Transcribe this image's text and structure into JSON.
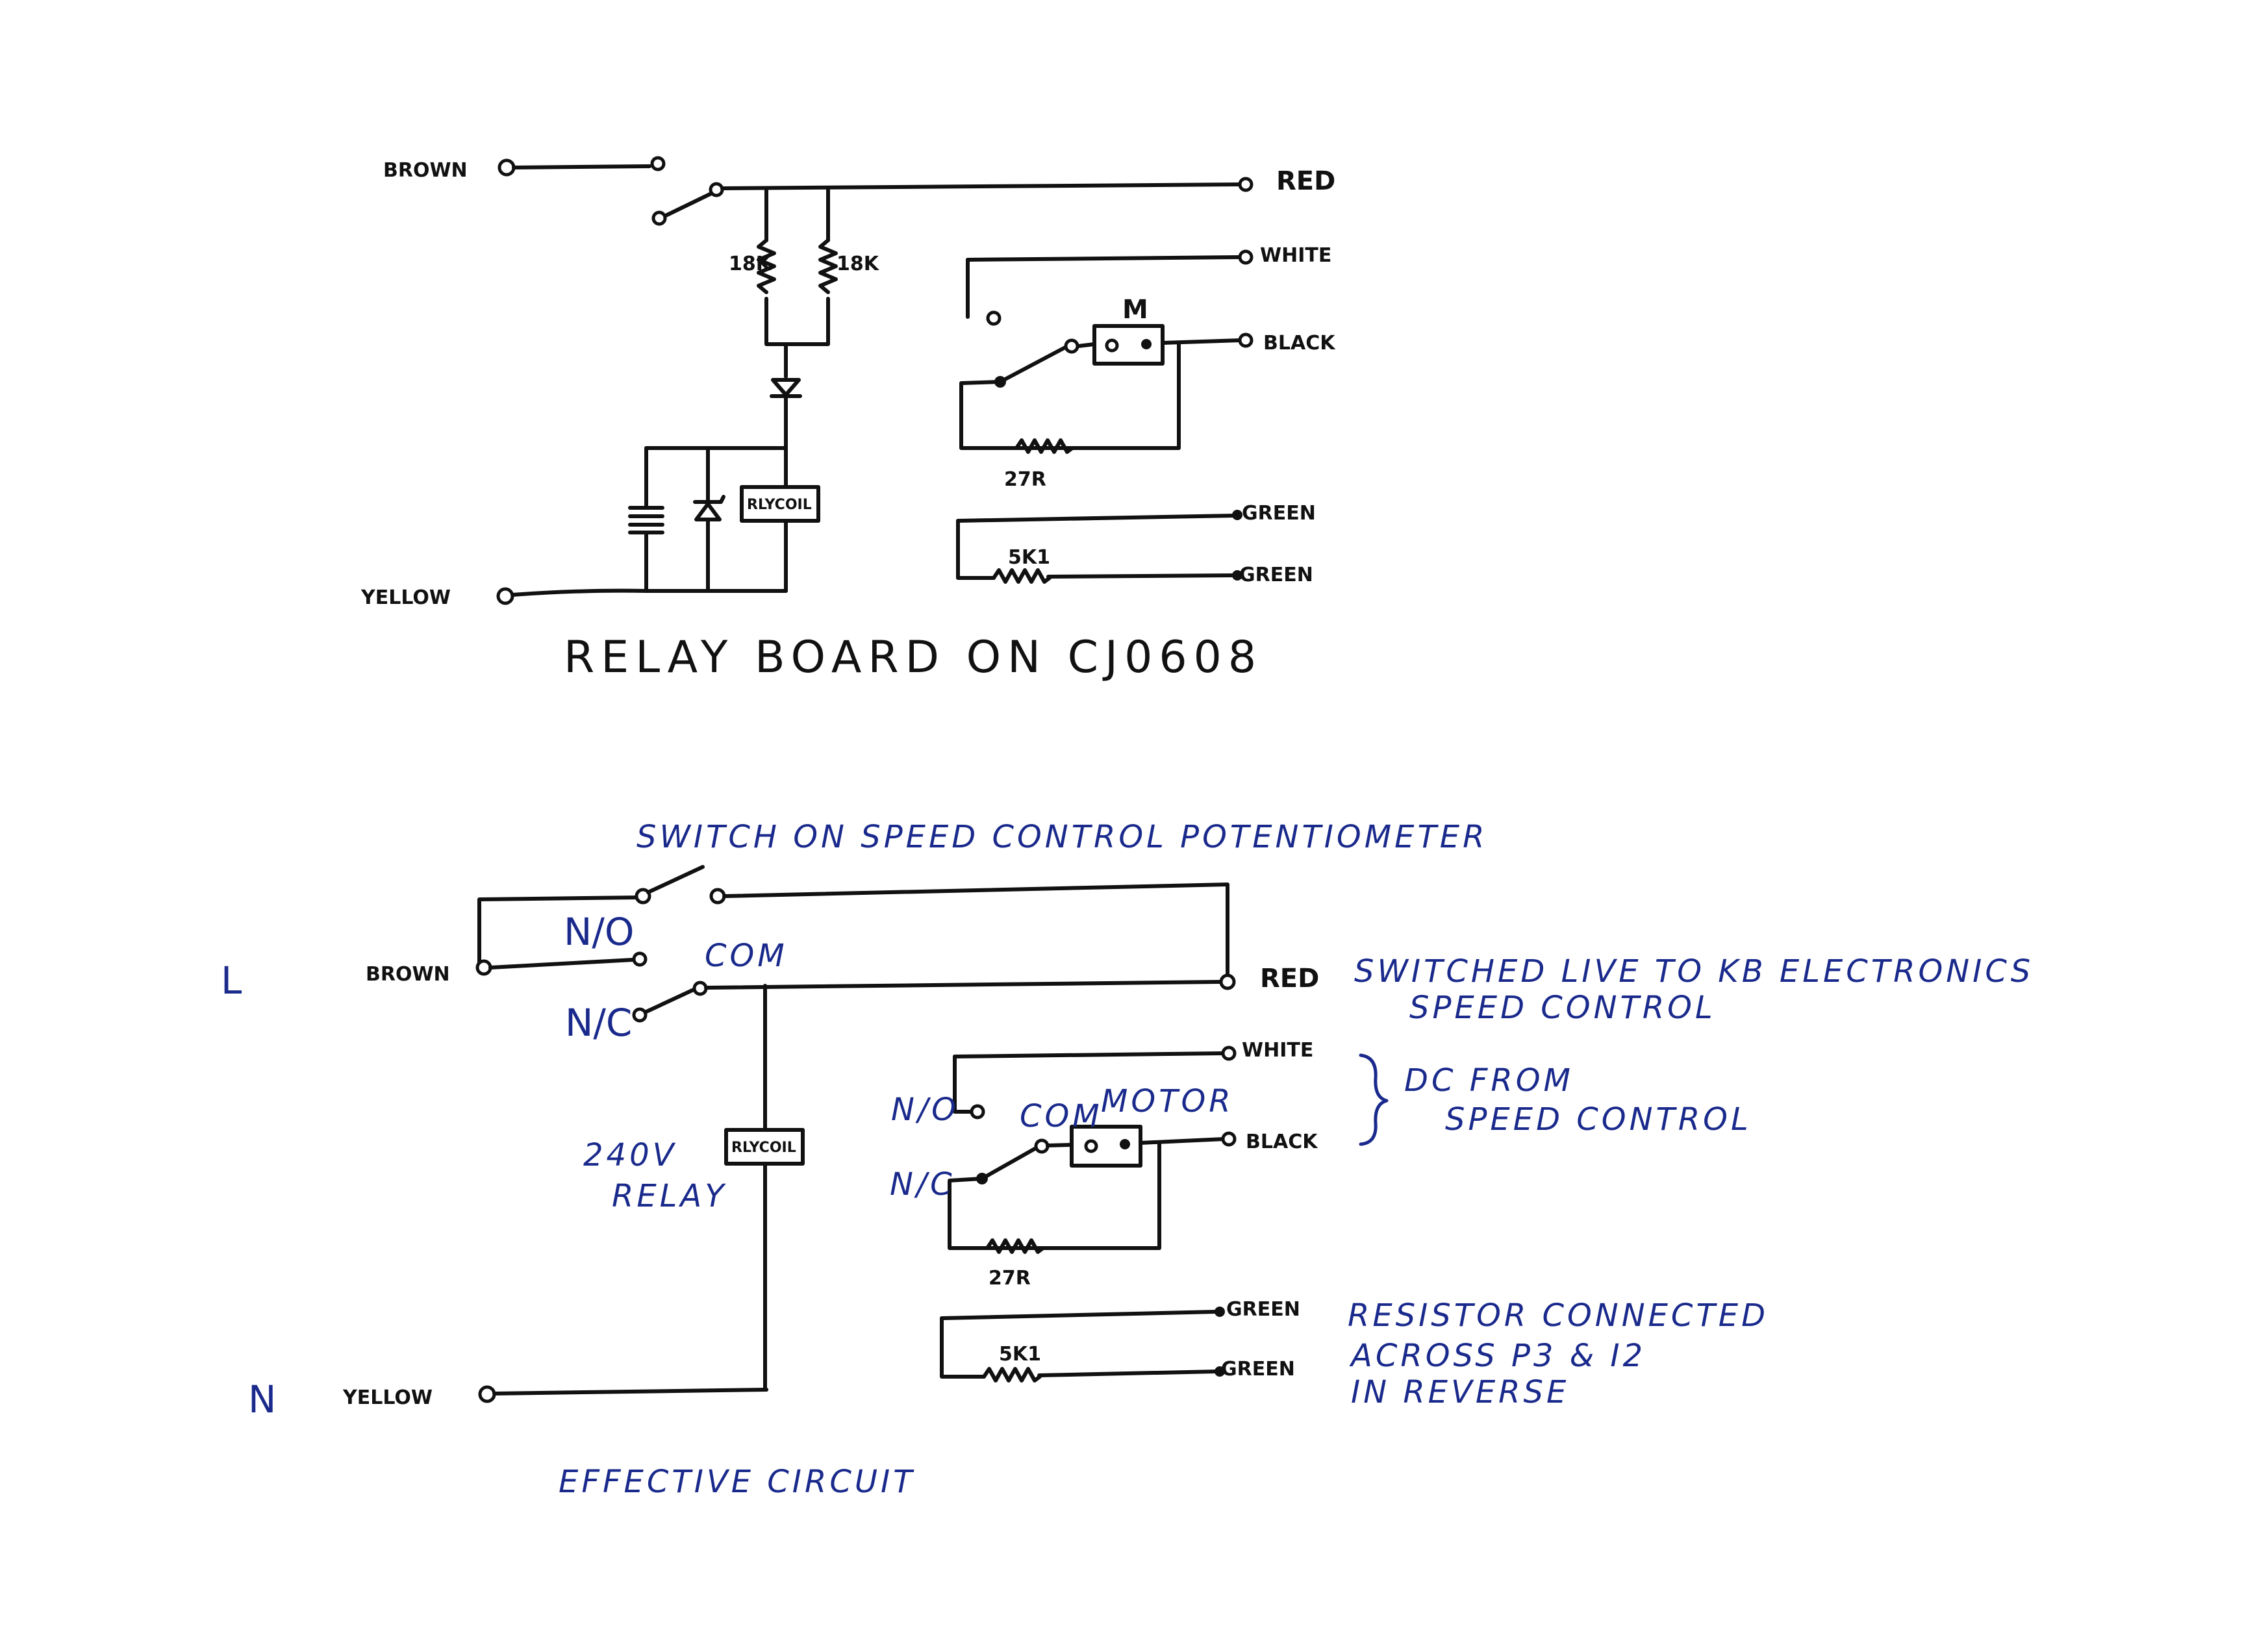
{
  "top_diagram": {
    "title": "RELAY BOARD ON CJ0608",
    "labels": {
      "brown": "BROWN",
      "yellow": "YELLOW",
      "red": "RED",
      "white": "WHITE",
      "black": "BLACK",
      "green1": "GREEN",
      "green2": "GREEN",
      "r1": "18K",
      "r2": "18K",
      "coil": "RLYCOIL",
      "motor": "M",
      "r27": "27R",
      "r5k": "5K1"
    }
  },
  "bottom_diagram": {
    "title": "EFFECTIVE CIRCUIT",
    "switch_note": "SWITCH ON SPEED CONTROL POTENTIOMETER",
    "line_l": "L",
    "line_n": "N",
    "labels": {
      "brown": "BROWN",
      "yellow": "YELLOW",
      "red": "RED",
      "white": "WHITE",
      "black": "BLACK",
      "green1": "GREEN",
      "green2": "GREEN",
      "no": "N/O",
      "nc": "N/C",
      "com": "COM",
      "relay_line1": "240V",
      "relay_line2": "RELAY",
      "coil": "RLYCOIL",
      "no2": "N/O",
      "nc2": "N/C",
      "com2": "COM",
      "motor": "MOTOR",
      "r27": "27R",
      "r5k": "5K1"
    },
    "notes": {
      "switched_line1": "SWITCHED LIVE TO KB ELECTRONICS",
      "switched_line2": "SPEED CONTROL",
      "dc_line1": "DC FROM",
      "dc_line2": "SPEED CONTROL",
      "resistor_line1": "RESISTOR CONNECTED",
      "resistor_line2": "ACROSS P3 & I2",
      "resistor_line3": "IN REVERSE"
    }
  }
}
